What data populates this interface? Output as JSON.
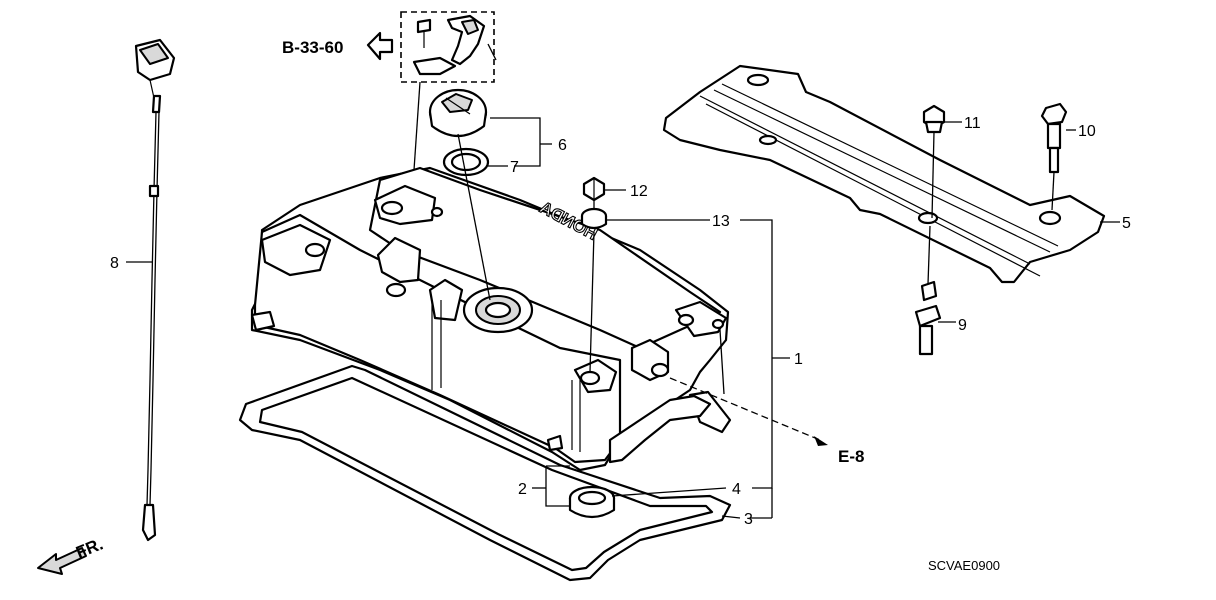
{
  "diagram": {
    "ref_b": "B-33-60",
    "ref_e": "E-8",
    "front_label": "FR.",
    "drawing_code": "SCVAE0900",
    "brand_text": "HONDA",
    "callouts": {
      "p1": "1",
      "p2": "2",
      "p3": "3",
      "p4": "4",
      "p5": "5",
      "p6": "6",
      "p7": "7",
      "p8": "8",
      "p9": "9",
      "p10": "10",
      "p11": "11",
      "p12": "12",
      "p13": "13"
    }
  }
}
